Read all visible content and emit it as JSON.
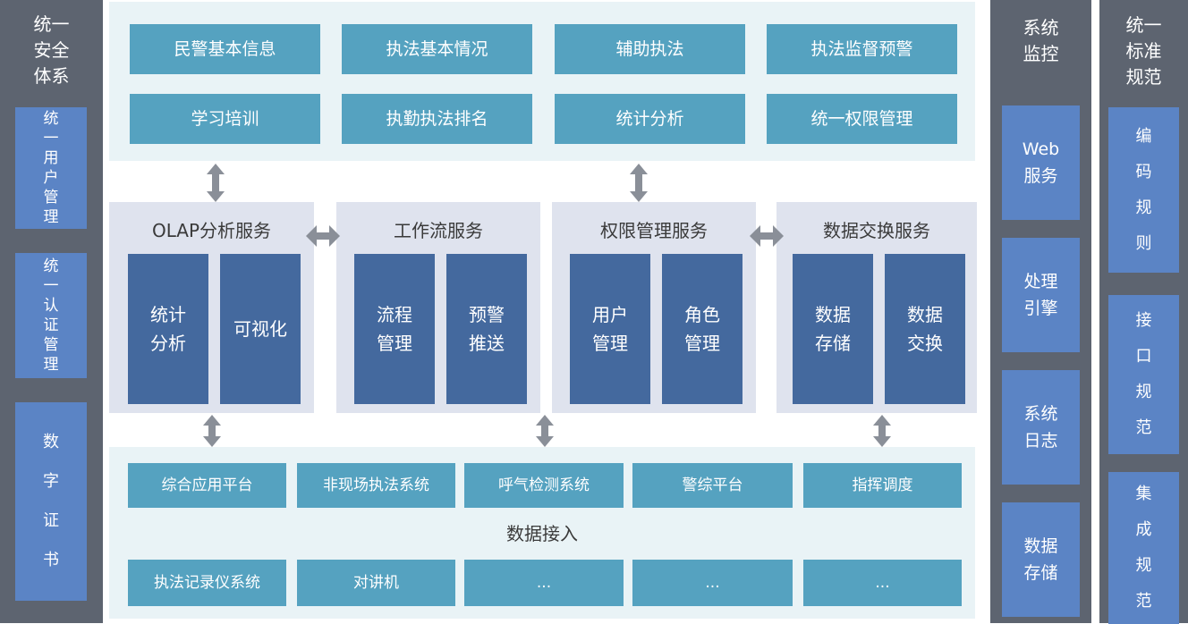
{
  "colors": {
    "sidebar_gray": "#5d6470",
    "sidebar_blue": "#5b84c5",
    "teal": "#55a2c0",
    "light_teal_bg": "#e9f3f6",
    "panel_bg": "#dfe3ee",
    "dark_blue": "#44699e",
    "arrow_gray": "#8a8f98"
  },
  "left_sidebar": {
    "title": "统一\n安全\n体系",
    "items": [
      "统\n一\n用\n户\n管\n理",
      "统\n一\n认\n证\n管\n理",
      "数\n字\n证\n书"
    ]
  },
  "top_section": {
    "row1": [
      "民警基本信息",
      "执法基本情况",
      "辅助执法",
      "执法监督预警"
    ],
    "row2": [
      "学习培训",
      "执勤执法排名",
      "统计分析",
      "统一权限管理"
    ]
  },
  "services": {
    "panels": [
      {
        "title": "OLAP分析服务",
        "box1": "统计\n分析",
        "box2": "可视化"
      },
      {
        "title": "工作流服务",
        "box1": "流程\n管理",
        "box2": "预警\n推送"
      },
      {
        "title": "权限管理服务",
        "box1": "用户\n管理",
        "box2": "角色\n管理"
      },
      {
        "title": "数据交换服务",
        "box1": "数据\n存储",
        "box2": "数据\n交换"
      }
    ]
  },
  "bottom_section": {
    "row1": [
      "综合应用平台",
      "非现场执法系统",
      "呼气检测系统",
      "警综平台",
      "指挥调度"
    ],
    "label": "数据接入",
    "row2": [
      "执法记录仪系统",
      "对讲机",
      "...",
      "...",
      "..."
    ]
  },
  "monitor_sidebar": {
    "title": "系统\n监控",
    "items": [
      "Web\n服务",
      "处理\n引擎",
      "系统\n日志",
      "数据\n存储"
    ]
  },
  "standards_sidebar": {
    "title": "统一\n标准\n规范",
    "items": [
      "编\n码\n规\n则",
      "接\n口\n规\n范",
      "集\n成\n规\n范"
    ]
  }
}
